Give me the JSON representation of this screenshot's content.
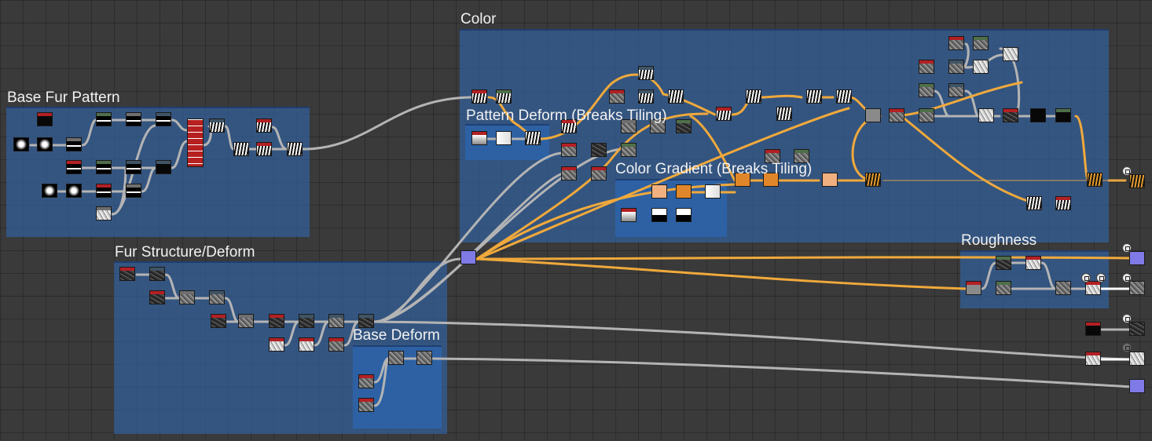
{
  "frames": [
    {
      "id": "base-fur-pattern",
      "title": "Base Fur Pattern"
    },
    {
      "id": "color",
      "title": "Color"
    },
    {
      "id": "pattern-deform",
      "title": "Pattern Deform (Breaks Tiling)"
    },
    {
      "id": "color-gradient",
      "title": "Color Gradient (Breaks Tiling)"
    },
    {
      "id": "fur-structure",
      "title": "Fur Structure/Deform"
    },
    {
      "id": "base-deform",
      "title": "Base Deform"
    },
    {
      "id": "roughness",
      "title": "Roughness"
    }
  ],
  "colors": {
    "canvas": "#3a3a3a",
    "frame": "#325f9b",
    "wire_grey": "#b4b4b4",
    "wire_orange": "#f0a93c"
  },
  "node_types": [
    "noise",
    "dark",
    "light",
    "black",
    "bar",
    "blob",
    "zebra",
    "grad",
    "whitebar",
    "split",
    "orange",
    "peach",
    "blue",
    "grey",
    "tiger",
    "red"
  ],
  "icons": [
    "output-icon"
  ]
}
